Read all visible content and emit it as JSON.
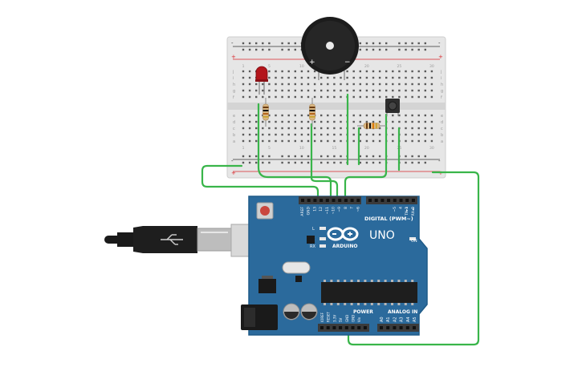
{
  "colors": {
    "background": "#ffffff",
    "breadboard": "#e6e6e6",
    "rail_red": "#d9262a",
    "rail_blue": "#333333",
    "wire": "#39b54a",
    "arduino_board": "#2b6a9c",
    "arduino_edge": "#1f5b88",
    "header": "#3b3b3b",
    "led": "#b3151b",
    "buzzer": "#1c1c1c",
    "usb_metal": "#c8c8c8",
    "usb_cable": "#1a1a1a"
  },
  "breadboard": {
    "row_letters_top": [
      "j",
      "i",
      "h",
      "g",
      "f"
    ],
    "row_letters_bottom": [
      "e",
      "d",
      "c",
      "b",
      "a"
    ],
    "column_numbers": [
      "1",
      "",
      "",
      "",
      "5",
      "",
      "",
      "",
      "",
      "10",
      "",
      "",
      "",
      "",
      "15",
      "",
      "",
      "",
      "",
      "20",
      "",
      "",
      "",
      "",
      "25",
      "",
      "",
      "",
      "",
      "30"
    ],
    "rail_plus": "+",
    "rail_minus": "-"
  },
  "buzzer": {
    "plus": "+",
    "minus": "−"
  },
  "arduino": {
    "model": "UNO",
    "brand": "ARDUINO",
    "digital_label": "DIGITAL (PWM~)",
    "power_label": "POWER",
    "analog_label": "ANALOG IN",
    "on_label": "ON",
    "led_l": "L",
    "led_tx": "TX",
    "led_rx": "RX",
    "tx_label": "TX▸1",
    "rx_label": "RX◂0",
    "digital_pins": [
      "AREF",
      "GND",
      "13",
      "12",
      "~11",
      "~10",
      "~9",
      "8",
      "7",
      "~6",
      "~5",
      "4",
      "~3",
      "2"
    ],
    "power_pins": [
      "IOREF",
      "RESET",
      "3.3V",
      "5V",
      "GND",
      "GND",
      "Vin"
    ],
    "analog_pins": [
      "A0",
      "A1",
      "A2",
      "A3",
      "A4",
      "A5"
    ]
  },
  "icons": [
    "usb-cable-icon",
    "arduino-logo-icon",
    "reset-button-icon",
    "pushbutton-icon",
    "led-icon",
    "buzzer-icon",
    "resistor-icon"
  ]
}
